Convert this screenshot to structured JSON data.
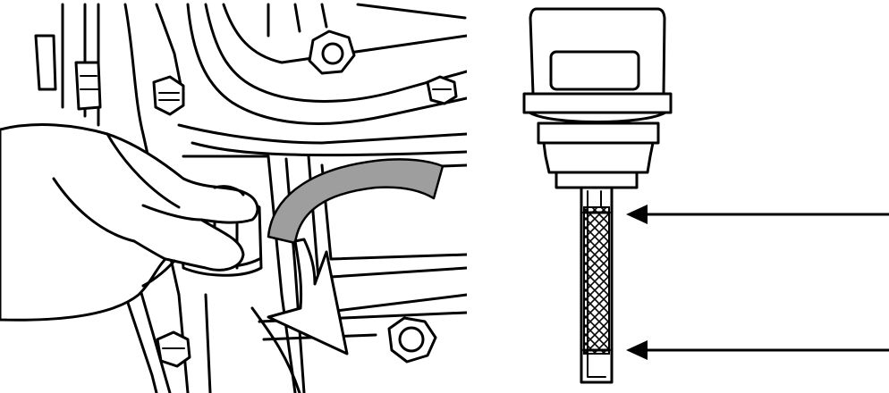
{
  "figure": {
    "left_panel": {
      "subject": "hand-unscrewing-oil-filler-cap-on-engine",
      "rotation_arrow_color": "#9e9e9e",
      "direction_arrow_fill": "#ffffff"
    },
    "right_panel": {
      "subject": "oil-filler-cap-with-dipstick",
      "callouts": [
        {
          "name": "upper-level-mark"
        },
        {
          "name": "lower-level-mark"
        }
      ]
    },
    "colors": {
      "ink": "#000000",
      "background": "#ffffff",
      "accent_gray": "#9e9e9e"
    }
  }
}
